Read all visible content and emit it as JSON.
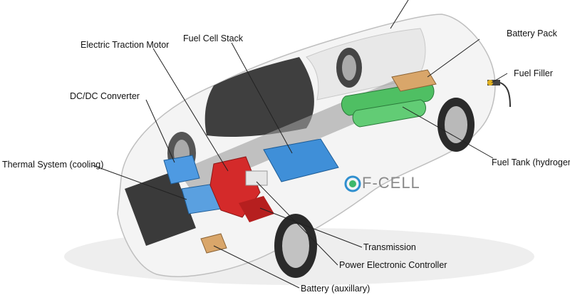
{
  "diagram": {
    "labels": {
      "electric_traction_motor": "Electric Traction Motor",
      "fuel_cell_stack": "Fuel Cell Stack",
      "battery_pack": "Battery Pack",
      "fuel_filler": "Fuel Filler",
      "dc_dc_converter": "DC/DC Converter",
      "thermal_system": "Thermal System (cooling)",
      "fuel_tank": "Fuel Tank (hydrogen)",
      "transmission": "Transmission",
      "power_electronic_controller": "Power Electronic Controller",
      "battery_auxiliary": "Battery (auxillary)"
    },
    "brand_text": "F-CELL"
  },
  "colors": {
    "body_shell": "#f2f2f2",
    "outline": "#b9b9b9",
    "fuel_cell_blue": "#3f8fd8",
    "motor_red": "#d42a2a",
    "tank_green": "#4fbf63",
    "battery_tan": "#d9a66a",
    "leader_line": "#222222"
  }
}
